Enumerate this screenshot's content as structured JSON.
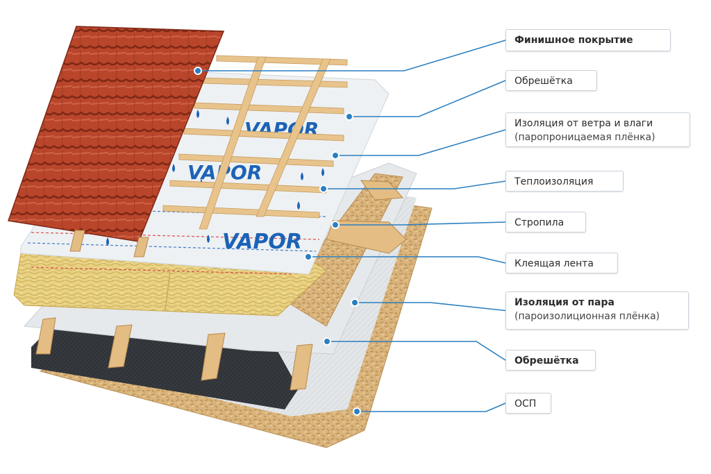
{
  "colors": {
    "leader": "#2a7fc1",
    "tile": "#b8442a",
    "tile_dark": "#8e2f1b",
    "wood": "#e7c38b",
    "wood_dark": "#c99a57",
    "membrane": "#e8ecef",
    "vapor_text": "#1c63b7",
    "insulation": "#e6cf7c",
    "osb": "#d8b37a",
    "black_film": "#2f3236",
    "dash_red": "#d94a4a",
    "dash_blue": "#3b78c6"
  },
  "membrane_brand": [
    "VAPOR",
    "VAPOR",
    "VAPOR"
  ],
  "labels": [
    {
      "id": "finish-coating",
      "text": "Финишное покрытие",
      "sub": "",
      "bold": true
    },
    {
      "id": "batten-top",
      "text": "Обрешётка",
      "sub": "",
      "bold": false
    },
    {
      "id": "wind-moisture-insulation",
      "text": "Изоляция от ветра и влаги",
      "sub": "(паропроницаемая плёнка)",
      "bold": false
    },
    {
      "id": "thermal-insulation",
      "text": "Теплоизоляция",
      "sub": "",
      "bold": false
    },
    {
      "id": "rafters",
      "text": "Стропила",
      "sub": "",
      "bold": false
    },
    {
      "id": "adhesive-tape",
      "text": "Клеящая лента",
      "sub": "",
      "bold": false
    },
    {
      "id": "vapor-insulation",
      "text": "Изоляция от пара",
      "sub": "(пароизолиционная плёнка)",
      "bold": true
    },
    {
      "id": "batten-bottom",
      "text": "Обрешётка",
      "sub": "",
      "bold": true
    },
    {
      "id": "osb",
      "text": "ОСП",
      "sub": "",
      "bold": false
    }
  ]
}
